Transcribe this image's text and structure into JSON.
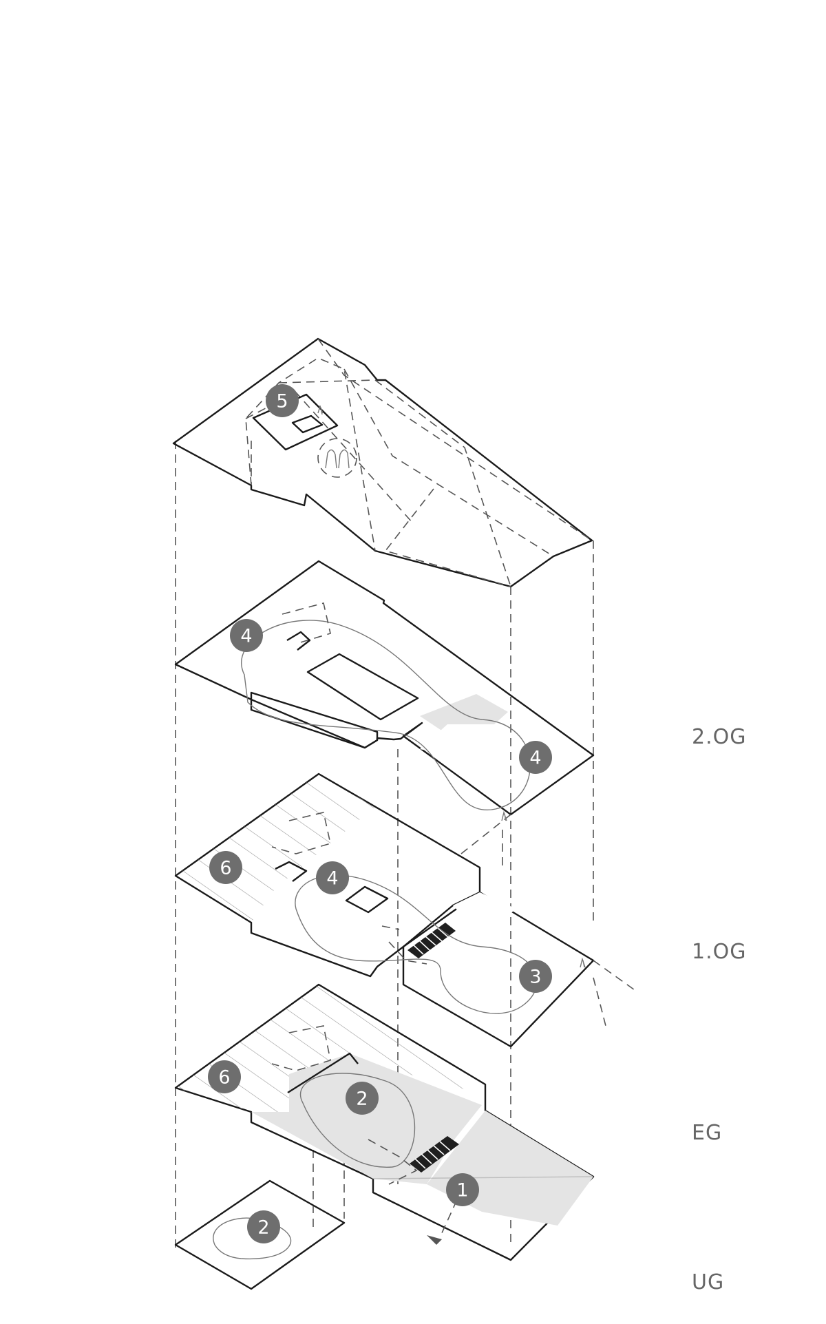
{
  "floors": {
    "og2": "2.OG",
    "og1": "1.OG",
    "eg": "EG",
    "ug": "UG"
  },
  "badges": {
    "b5": "5",
    "b4a": "4",
    "b4b": "4",
    "b6a": "6",
    "b4c": "4",
    "b3": "3",
    "b6b": "6",
    "b2a": "2",
    "b1": "1",
    "b2b": "2"
  },
  "colors": {
    "slab_fill": "#b8b8b8",
    "light_fill": "#e4e4e4",
    "badge": "#6e6e6e",
    "label": "#666666"
  }
}
